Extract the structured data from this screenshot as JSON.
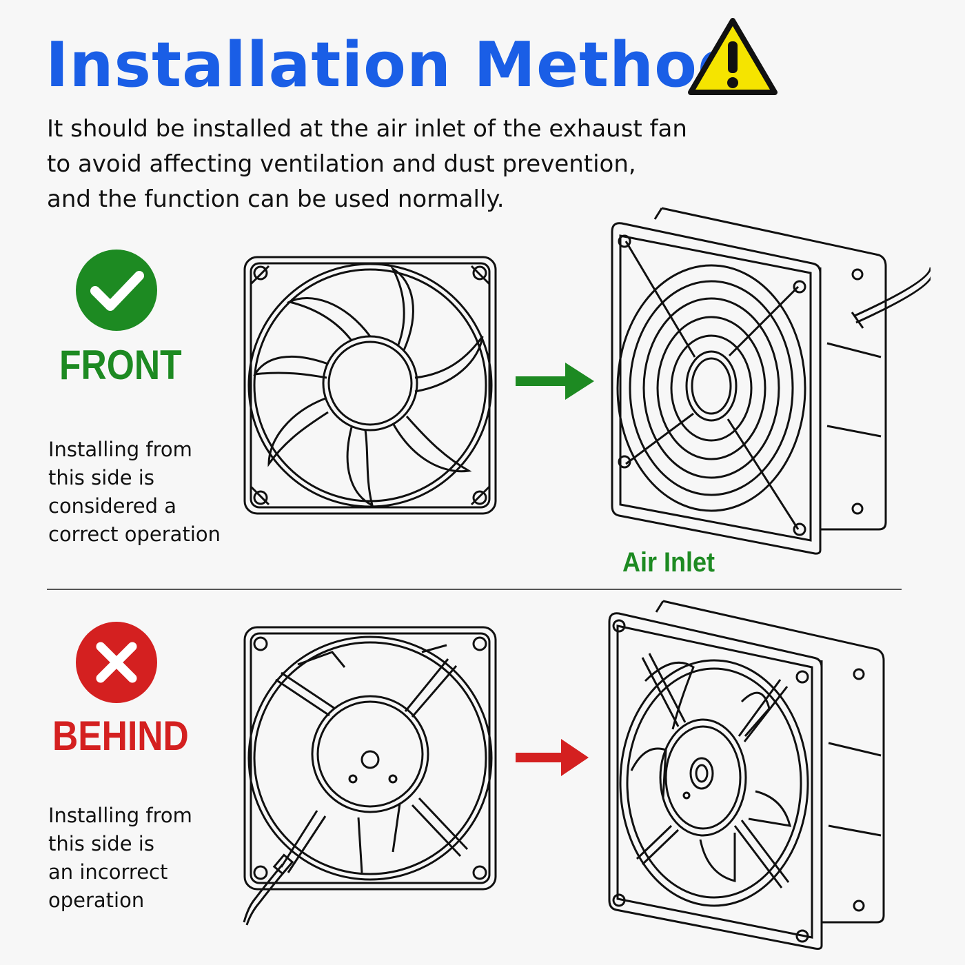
{
  "title": "Installation Method",
  "description": [
    "It should be installed at the air inlet of the exhaust fan",
    "to avoid affecting ventilation and dust prevention,",
    "and the function can be used normally."
  ],
  "front": {
    "label": "FRONT",
    "note": [
      "Installing from",
      "this side is",
      "considered a",
      "correct operation"
    ],
    "color": "#1d8a22"
  },
  "behind": {
    "label": "BEHIND",
    "note": [
      "Installing from",
      "this side is",
      "an incorrect",
      "operation"
    ],
    "color": "#d42020"
  },
  "air_inlet_label": "Air Inlet",
  "colors": {
    "title": "#1a5ee6",
    "warning": "#f5e400",
    "correct": "#1d8a22",
    "incorrect": "#d42020"
  },
  "icons": [
    "warning-icon",
    "check-icon",
    "cross-icon",
    "arrow-right-icon",
    "fan-icon"
  ]
}
